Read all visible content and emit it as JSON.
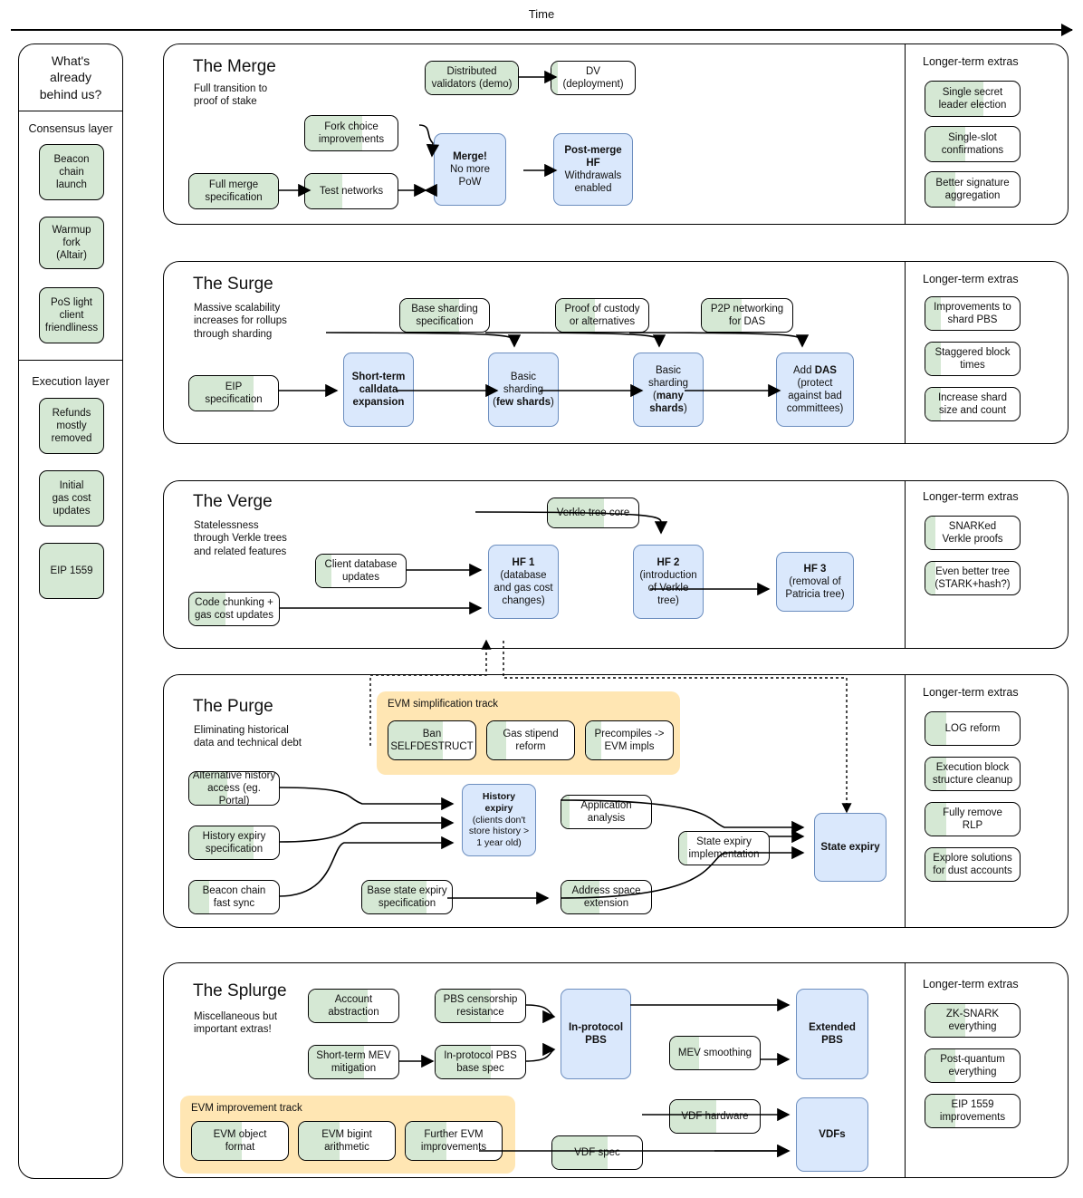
{
  "timeline": {
    "axis_label": "Time"
  },
  "behind": {
    "header": "What's\nalready\nbehind us?",
    "sections": [
      {
        "title": "Consensus layer",
        "items": [
          {
            "label": "Beacon\nchain\nlaunch"
          },
          {
            "label": "Warmup fork\n(Altair)"
          },
          {
            "label": "PoS light\nclient\nfriendliness"
          }
        ]
      },
      {
        "title": "Execution layer",
        "items": [
          {
            "label": "Refunds\nmostly\nremoved"
          },
          {
            "label": "Initial\ngas cost\nupdates"
          },
          {
            "label": "EIP 1559"
          }
        ]
      }
    ]
  },
  "sections": [
    {
      "id": "merge",
      "title": "The Merge",
      "subtitle": "Full transition to\nproof of stake",
      "nodes": [
        {
          "label": "Distributed\nvalidators (demo)",
          "kind": "done",
          "progress": 100
        },
        {
          "label": "DV\n(deployment)",
          "kind": "partial",
          "progress": 8
        },
        {
          "label": "Fork choice\nimprovements",
          "kind": "partial",
          "progress": 62
        },
        {
          "label": "Full merge\nspecification",
          "kind": "done",
          "progress": 100
        },
        {
          "label": "Test networks",
          "kind": "partial",
          "progress": 40
        },
        {
          "label": "Merge!\nNo more\nPoW",
          "kind": "future",
          "bold_first": true
        },
        {
          "label": "Post-merge\nHF\nWithdrawals\nenabled",
          "kind": "future",
          "bold_first": true
        }
      ],
      "extras_title": "Longer-term extras",
      "extras": [
        {
          "label": "Single secret\nleader election",
          "progress": 62
        },
        {
          "label": "Single-slot\nconfirmations",
          "progress": 42
        },
        {
          "label": "Better signature\naggregation",
          "progress": 32
        }
      ]
    },
    {
      "id": "surge",
      "title": "The Surge",
      "subtitle": "Massive scalability\nincreases for rollups\nthrough sharding",
      "nodes": [
        {
          "label": "Base sharding\nspecification",
          "kind": "partial",
          "progress": 66
        },
        {
          "label": "Proof of custody\nor alternatives",
          "kind": "partial",
          "progress": 42
        },
        {
          "label": "P2P networking\nfor DAS",
          "kind": "partial",
          "progress": 44
        },
        {
          "label": "EIP\nspecification",
          "kind": "partial",
          "progress": 72
        },
        {
          "label": "Short-term\ncalldata\nexpansion",
          "kind": "future",
          "bold_all": true
        },
        {
          "label": "Basic\nsharding\n(few shards)",
          "kind": "future"
        },
        {
          "label": "Basic\nsharding\n(many\nshards)",
          "kind": "future"
        },
        {
          "label": "Add DAS\n(protect\nagainst bad\ncommittees)",
          "kind": "future"
        }
      ],
      "extras_title": "Longer-term extras",
      "extras": [
        {
          "label": "Improvements to\nshard PBS",
          "progress": 16
        },
        {
          "label": "Staggered block\ntimes",
          "progress": 16
        },
        {
          "label": "Increase shard\nsize and count",
          "progress": 16
        }
      ]
    },
    {
      "id": "verge",
      "title": "The Verge",
      "subtitle": "Statelessness\nthrough Verkle trees\nand related features",
      "nodes": [
        {
          "label": "Verkle tree core",
          "kind": "partial",
          "progress": 62
        },
        {
          "label": "Client database\nupdates",
          "kind": "partial",
          "progress": 17
        },
        {
          "label": "Code chunking +\ngas cost updates",
          "kind": "partial",
          "progress": 40
        },
        {
          "label": "HF 1\n(database\nand gas cost\nchanges)",
          "kind": "future"
        },
        {
          "label": "HF 2\n(introduction\nof Verkle\ntree)",
          "kind": "future"
        },
        {
          "label": "HF 3\n(removal of\nPatricia tree)",
          "kind": "future"
        }
      ],
      "extras_title": "Longer-term extras",
      "extras": [
        {
          "label": "SNARKed\nVerkle proofs",
          "progress": 11
        },
        {
          "label": "Even better tree\n(STARK+hash?)",
          "progress": 11
        }
      ]
    },
    {
      "id": "purge",
      "title": "The Purge",
      "subtitle": "Eliminating historical\ndata and technical debt",
      "track": {
        "label": "EVM simplification track",
        "items": [
          {
            "label": "Ban\nSELFDESTRUCT",
            "progress": 62
          },
          {
            "label": "Gas stipend\nreform",
            "progress": 22
          },
          {
            "label": "Precompiles ->\nEVM impls",
            "progress": 18
          }
        ]
      },
      "nodes": [
        {
          "label": "Alternative history\naccess (eg. Portal)",
          "kind": "partial",
          "progress": 42
        },
        {
          "label": "History expiry\nspecification",
          "kind": "partial",
          "progress": 72
        },
        {
          "label": "Beacon chain\nfast sync",
          "kind": "partial",
          "progress": 22
        },
        {
          "label": "History\nexpiry\n(clients don't\nstore history >\n1 year old)",
          "kind": "future"
        },
        {
          "label": "Application\nanalysis",
          "kind": "partial",
          "progress": 9
        },
        {
          "label": "State expiry\nimplementation",
          "kind": "partial",
          "progress": 9
        },
        {
          "label": "Base state expiry\nspecification",
          "kind": "partial",
          "progress": 72
        },
        {
          "label": "Address space\nextension",
          "kind": "partial",
          "progress": 42
        },
        {
          "label": "State expiry",
          "kind": "future"
        }
      ],
      "extras_title": "Longer-term extras",
      "extras": [
        {
          "label": "LOG reform",
          "progress": 22
        },
        {
          "label": "Execution block\nstructure cleanup",
          "progress": 22
        },
        {
          "label": "Fully remove\nRLP",
          "progress": 22
        },
        {
          "label": "Explore solutions\nfor dust accounts",
          "progress": 22
        }
      ]
    },
    {
      "id": "splurge",
      "title": "The Splurge",
      "subtitle": "Miscellaneous but\nimportant extras!",
      "track": {
        "label": "EVM improvement track",
        "items": [
          {
            "label": "EVM object\nformat",
            "progress": 52
          },
          {
            "label": "EVM bigint\narithmetic",
            "progress": 42
          },
          {
            "label": "Further EVM\nimprovements",
            "progress": 42
          }
        ]
      },
      "nodes": [
        {
          "label": "Account\nabstraction",
          "kind": "partial",
          "progress": 66
        },
        {
          "label": "PBS censorship\nresistance",
          "kind": "partial",
          "progress": 62
        },
        {
          "label": "Short-term MEV\nmitigation",
          "kind": "partial",
          "progress": 62
        },
        {
          "label": "In-protocol PBS\nbase spec",
          "kind": "partial",
          "progress": 62
        },
        {
          "label": "In-protocol\nPBS",
          "kind": "future"
        },
        {
          "label": "MEV smoothing",
          "kind": "partial",
          "progress": 32
        },
        {
          "label": "Extended\nPBS",
          "kind": "future"
        },
        {
          "label": "VDF hardware",
          "kind": "partial",
          "progress": 52
        },
        {
          "label": "VDF spec",
          "kind": "partial",
          "progress": 62
        },
        {
          "label": "VDFs",
          "kind": "future"
        }
      ],
      "extras_title": "Longer-term extras",
      "extras": [
        {
          "label": "ZK-SNARK\neverything",
          "progress": 42
        },
        {
          "label": "Post-quantum\neverything",
          "progress": 32
        },
        {
          "label": "EIP 1559\nimprovements",
          "progress": 32
        }
      ]
    }
  ],
  "colors": {
    "done_green": "#d5e8d4",
    "future_blue": "#dae8fc",
    "future_blue_border": "#6c8ebf",
    "track_amber": "#ffe6b3",
    "stroke": "#000000"
  }
}
